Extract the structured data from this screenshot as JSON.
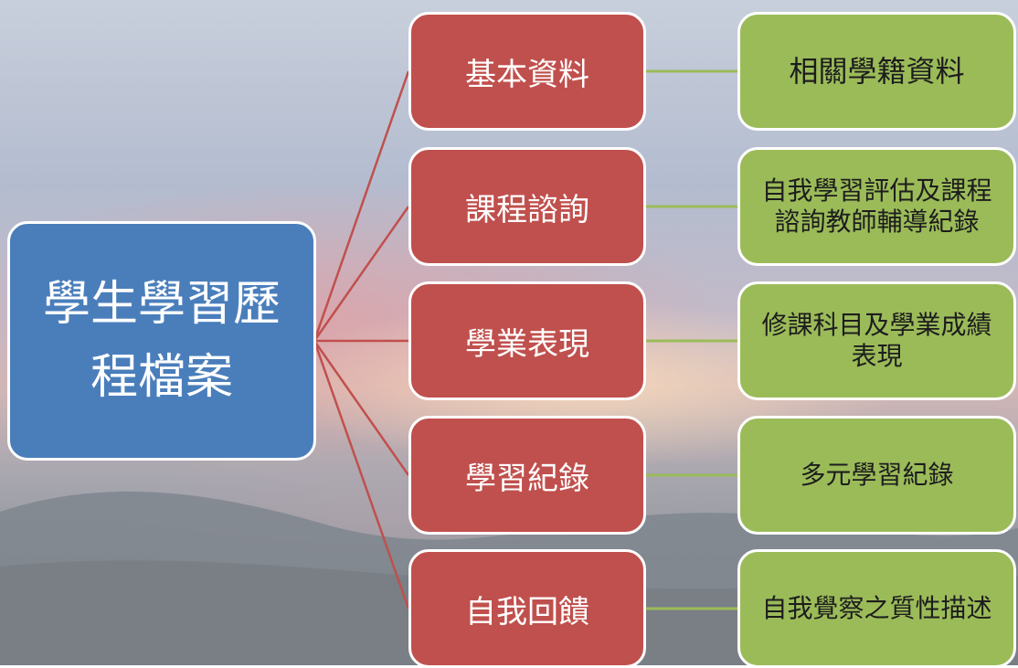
{
  "root": {
    "label": "學生學習歷程檔案"
  },
  "categories": [
    {
      "label": "基本資料",
      "detail": "相關學籍資料"
    },
    {
      "label": "課程諮詢",
      "detail": "自我學習評估及課程諮詢教師輔導紀錄"
    },
    {
      "label": "學業表現",
      "detail": "修課科目及學業成績表現"
    },
    {
      "label": "學習紀錄",
      "detail": "多元學習紀錄"
    },
    {
      "label": "自我回饋",
      "detail": "自我覺察之質性描述"
    }
  ],
  "colors": {
    "root": "#4a7ebb",
    "category": "#c0504d",
    "detail": "#9bbb59",
    "connector_root": "#c0504d",
    "connector_detail": "#9bbb59"
  }
}
